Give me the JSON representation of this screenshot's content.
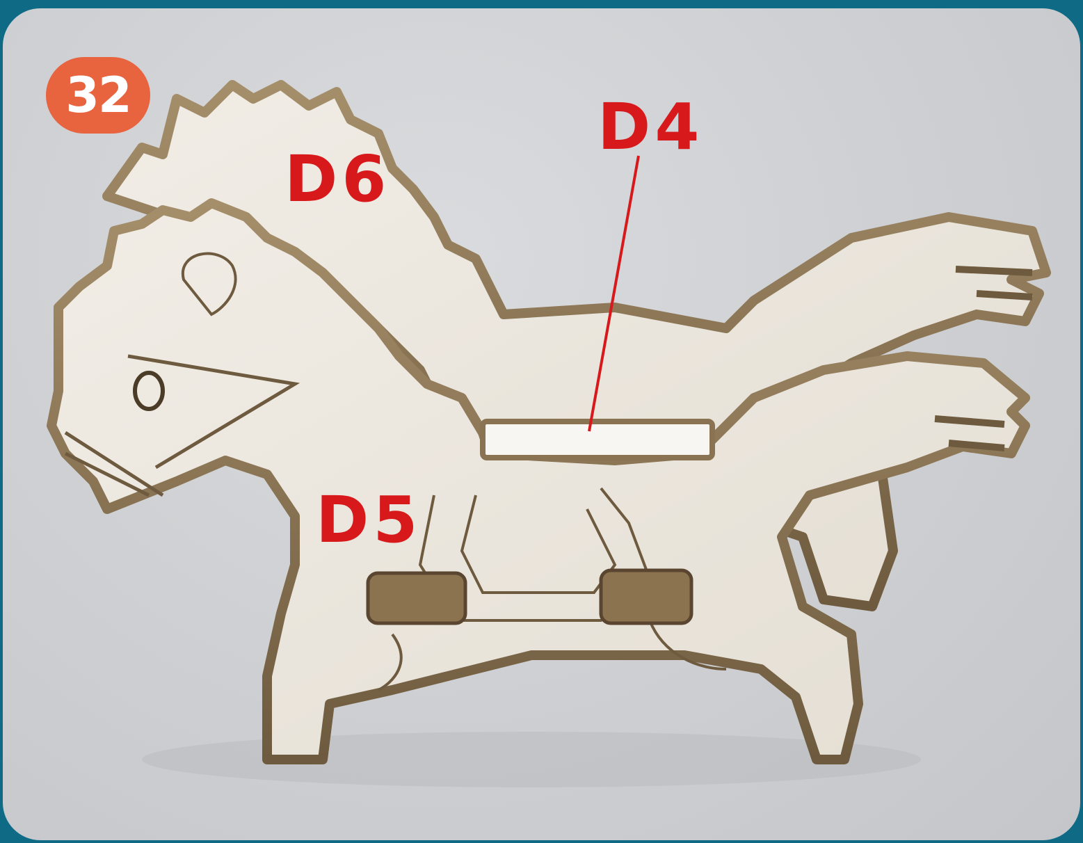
{
  "step": {
    "number": "32"
  },
  "labels": {
    "d6": "D6",
    "d4": "D4",
    "d5": "D5"
  },
  "colors": {
    "frame": "#0f6a86",
    "badge": "#e8643f",
    "label": "#d8191c",
    "wood": "#ece8e0",
    "burnt_edge": "#8a7352"
  }
}
